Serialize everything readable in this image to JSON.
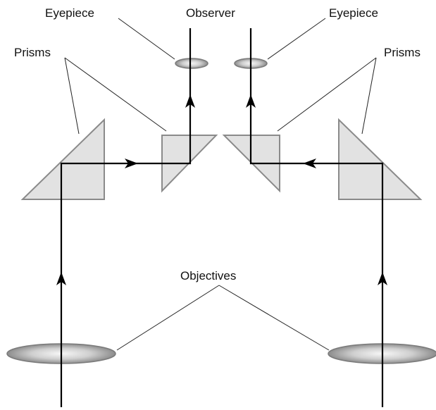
{
  "labels": {
    "eyepiece_left": "Eyepiece",
    "observer": "Observer",
    "eyepiece_right": "Eyepiece",
    "prisms_left": "Prisms",
    "prisms_right": "Prisms",
    "objectives": "Objectives"
  },
  "colors": {
    "prism_fill": "#e2e2e2",
    "prism_stroke": "#8a8a8a",
    "lens_dark": "#8c8c8c",
    "lens_light": "#f2f2f2",
    "ray": "#000000"
  }
}
